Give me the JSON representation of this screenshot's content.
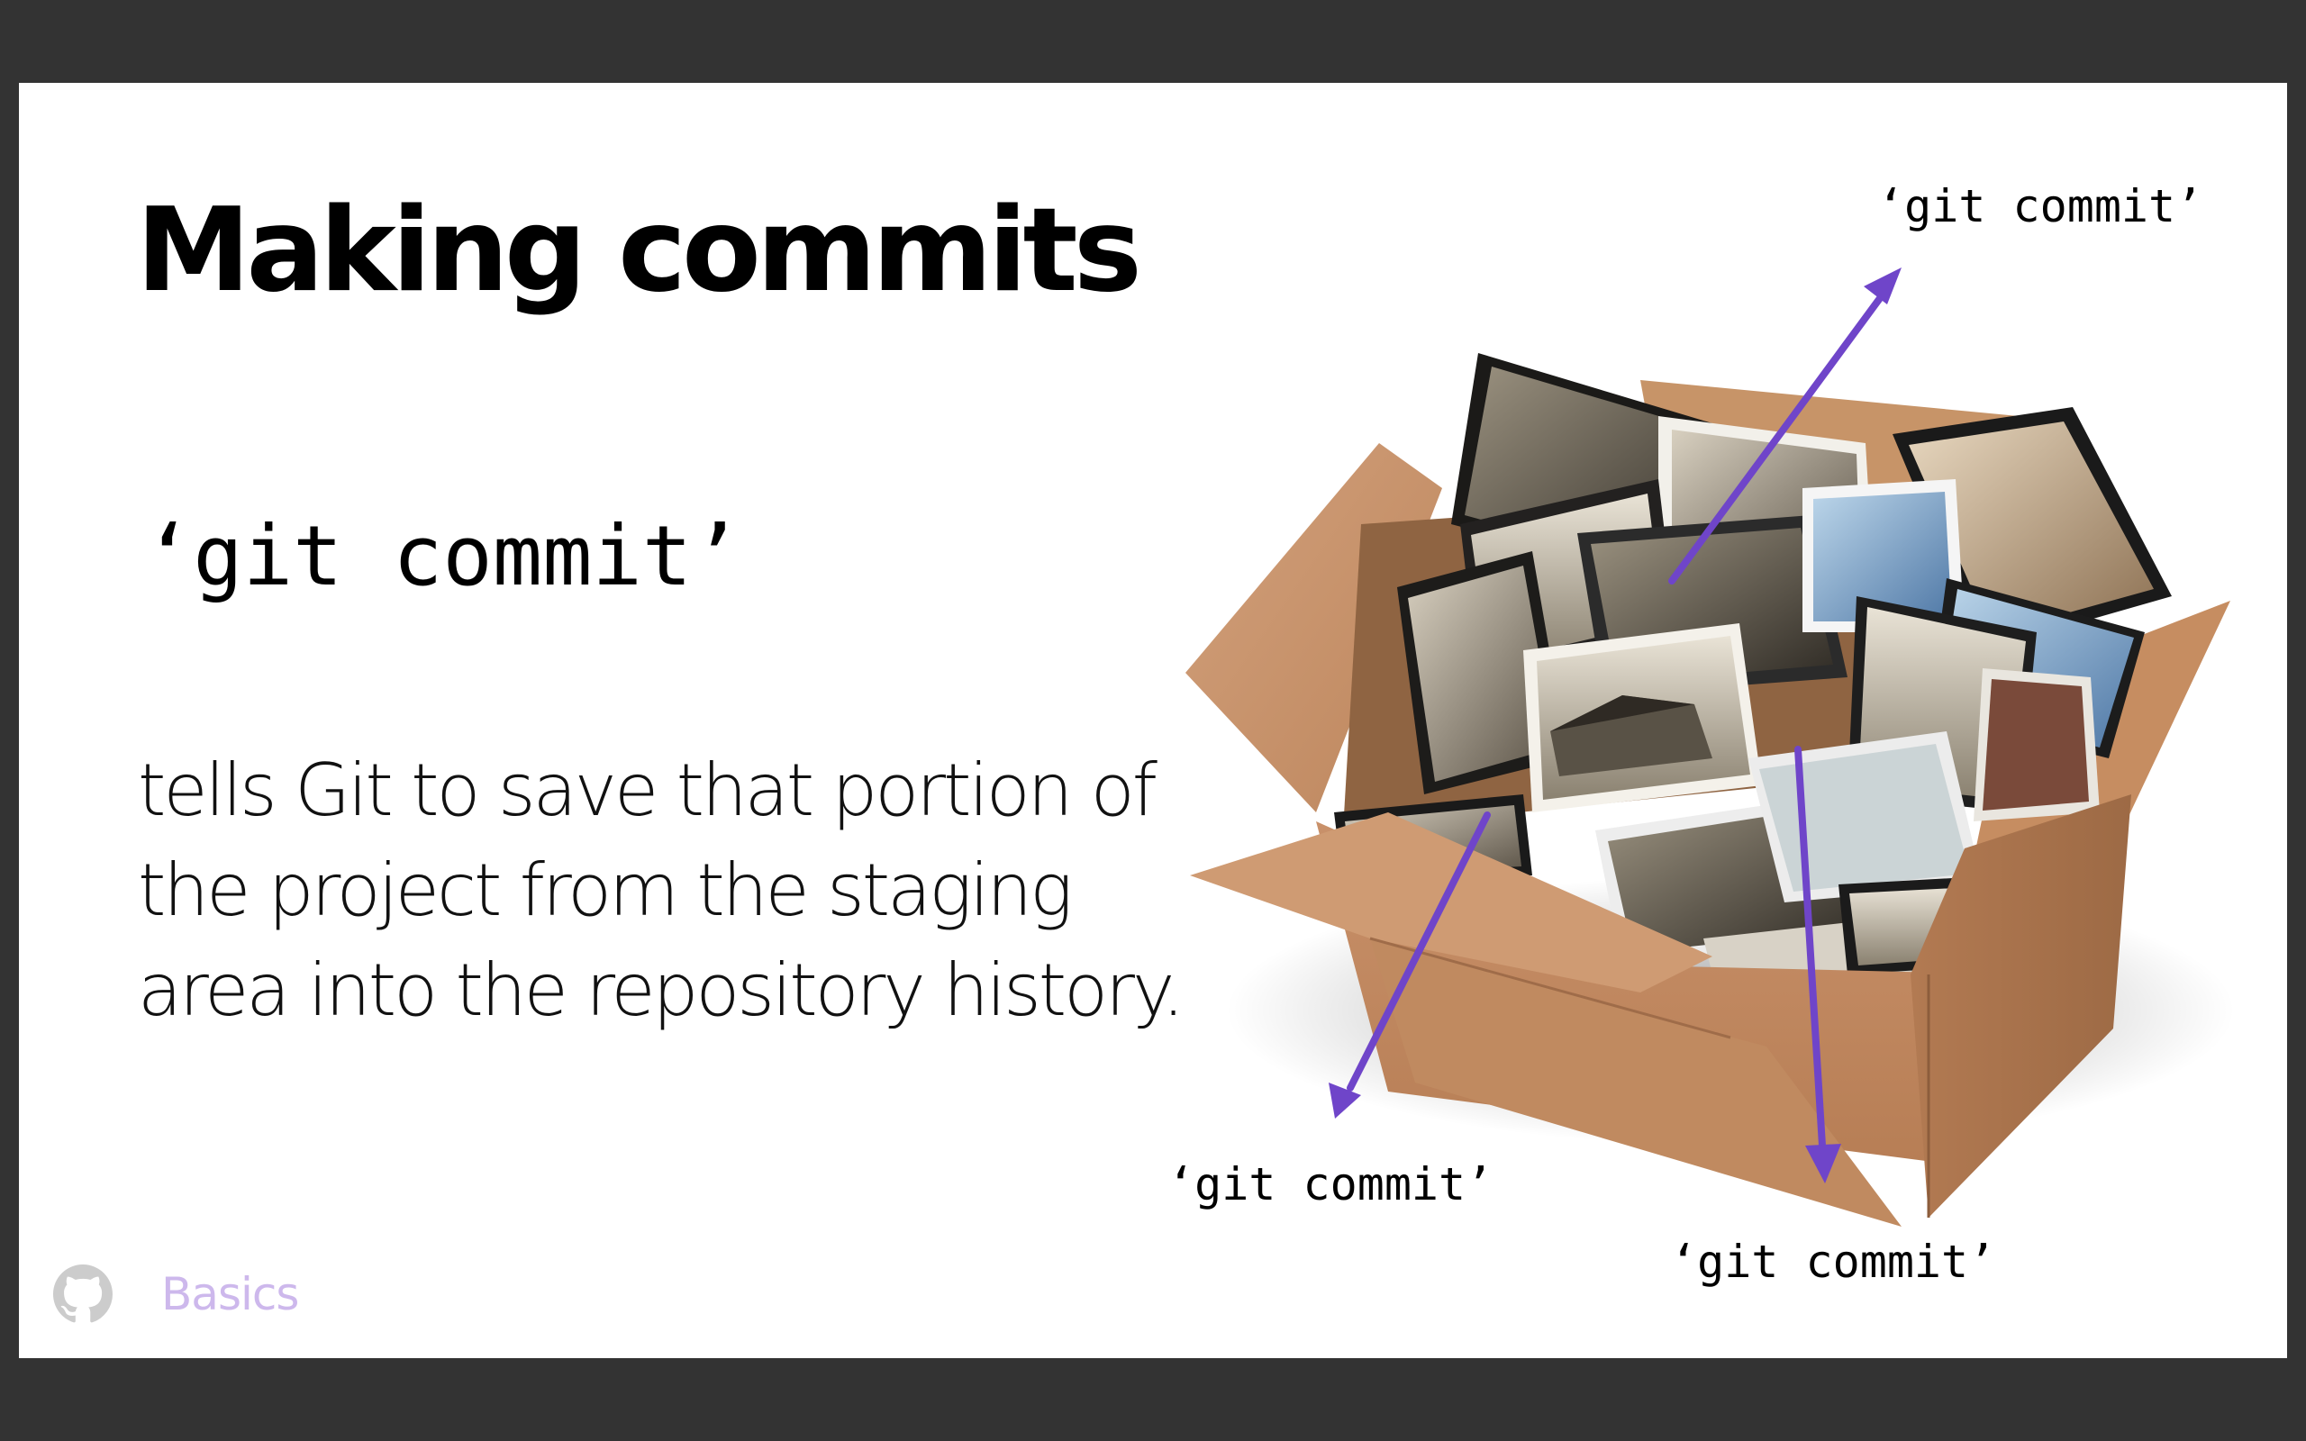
{
  "slide": {
    "title": "Making commits",
    "command": "‘git commit’",
    "description": "tells Git to save that portion of the project from the staging area into the repository history.",
    "callouts": {
      "top": "‘git commit’",
      "left": "‘git commit’",
      "bottom": "‘git commit’"
    },
    "illustration": "box-of-photos",
    "arrow_color": "#6f45c9"
  },
  "footer": {
    "logo": "github-icon",
    "section": "Basics",
    "section_color": "#cdb8ec"
  },
  "colors": {
    "viewer_background": "#333333",
    "slide_background": "#ffffff",
    "box_cardboard": "#c48b5c"
  }
}
